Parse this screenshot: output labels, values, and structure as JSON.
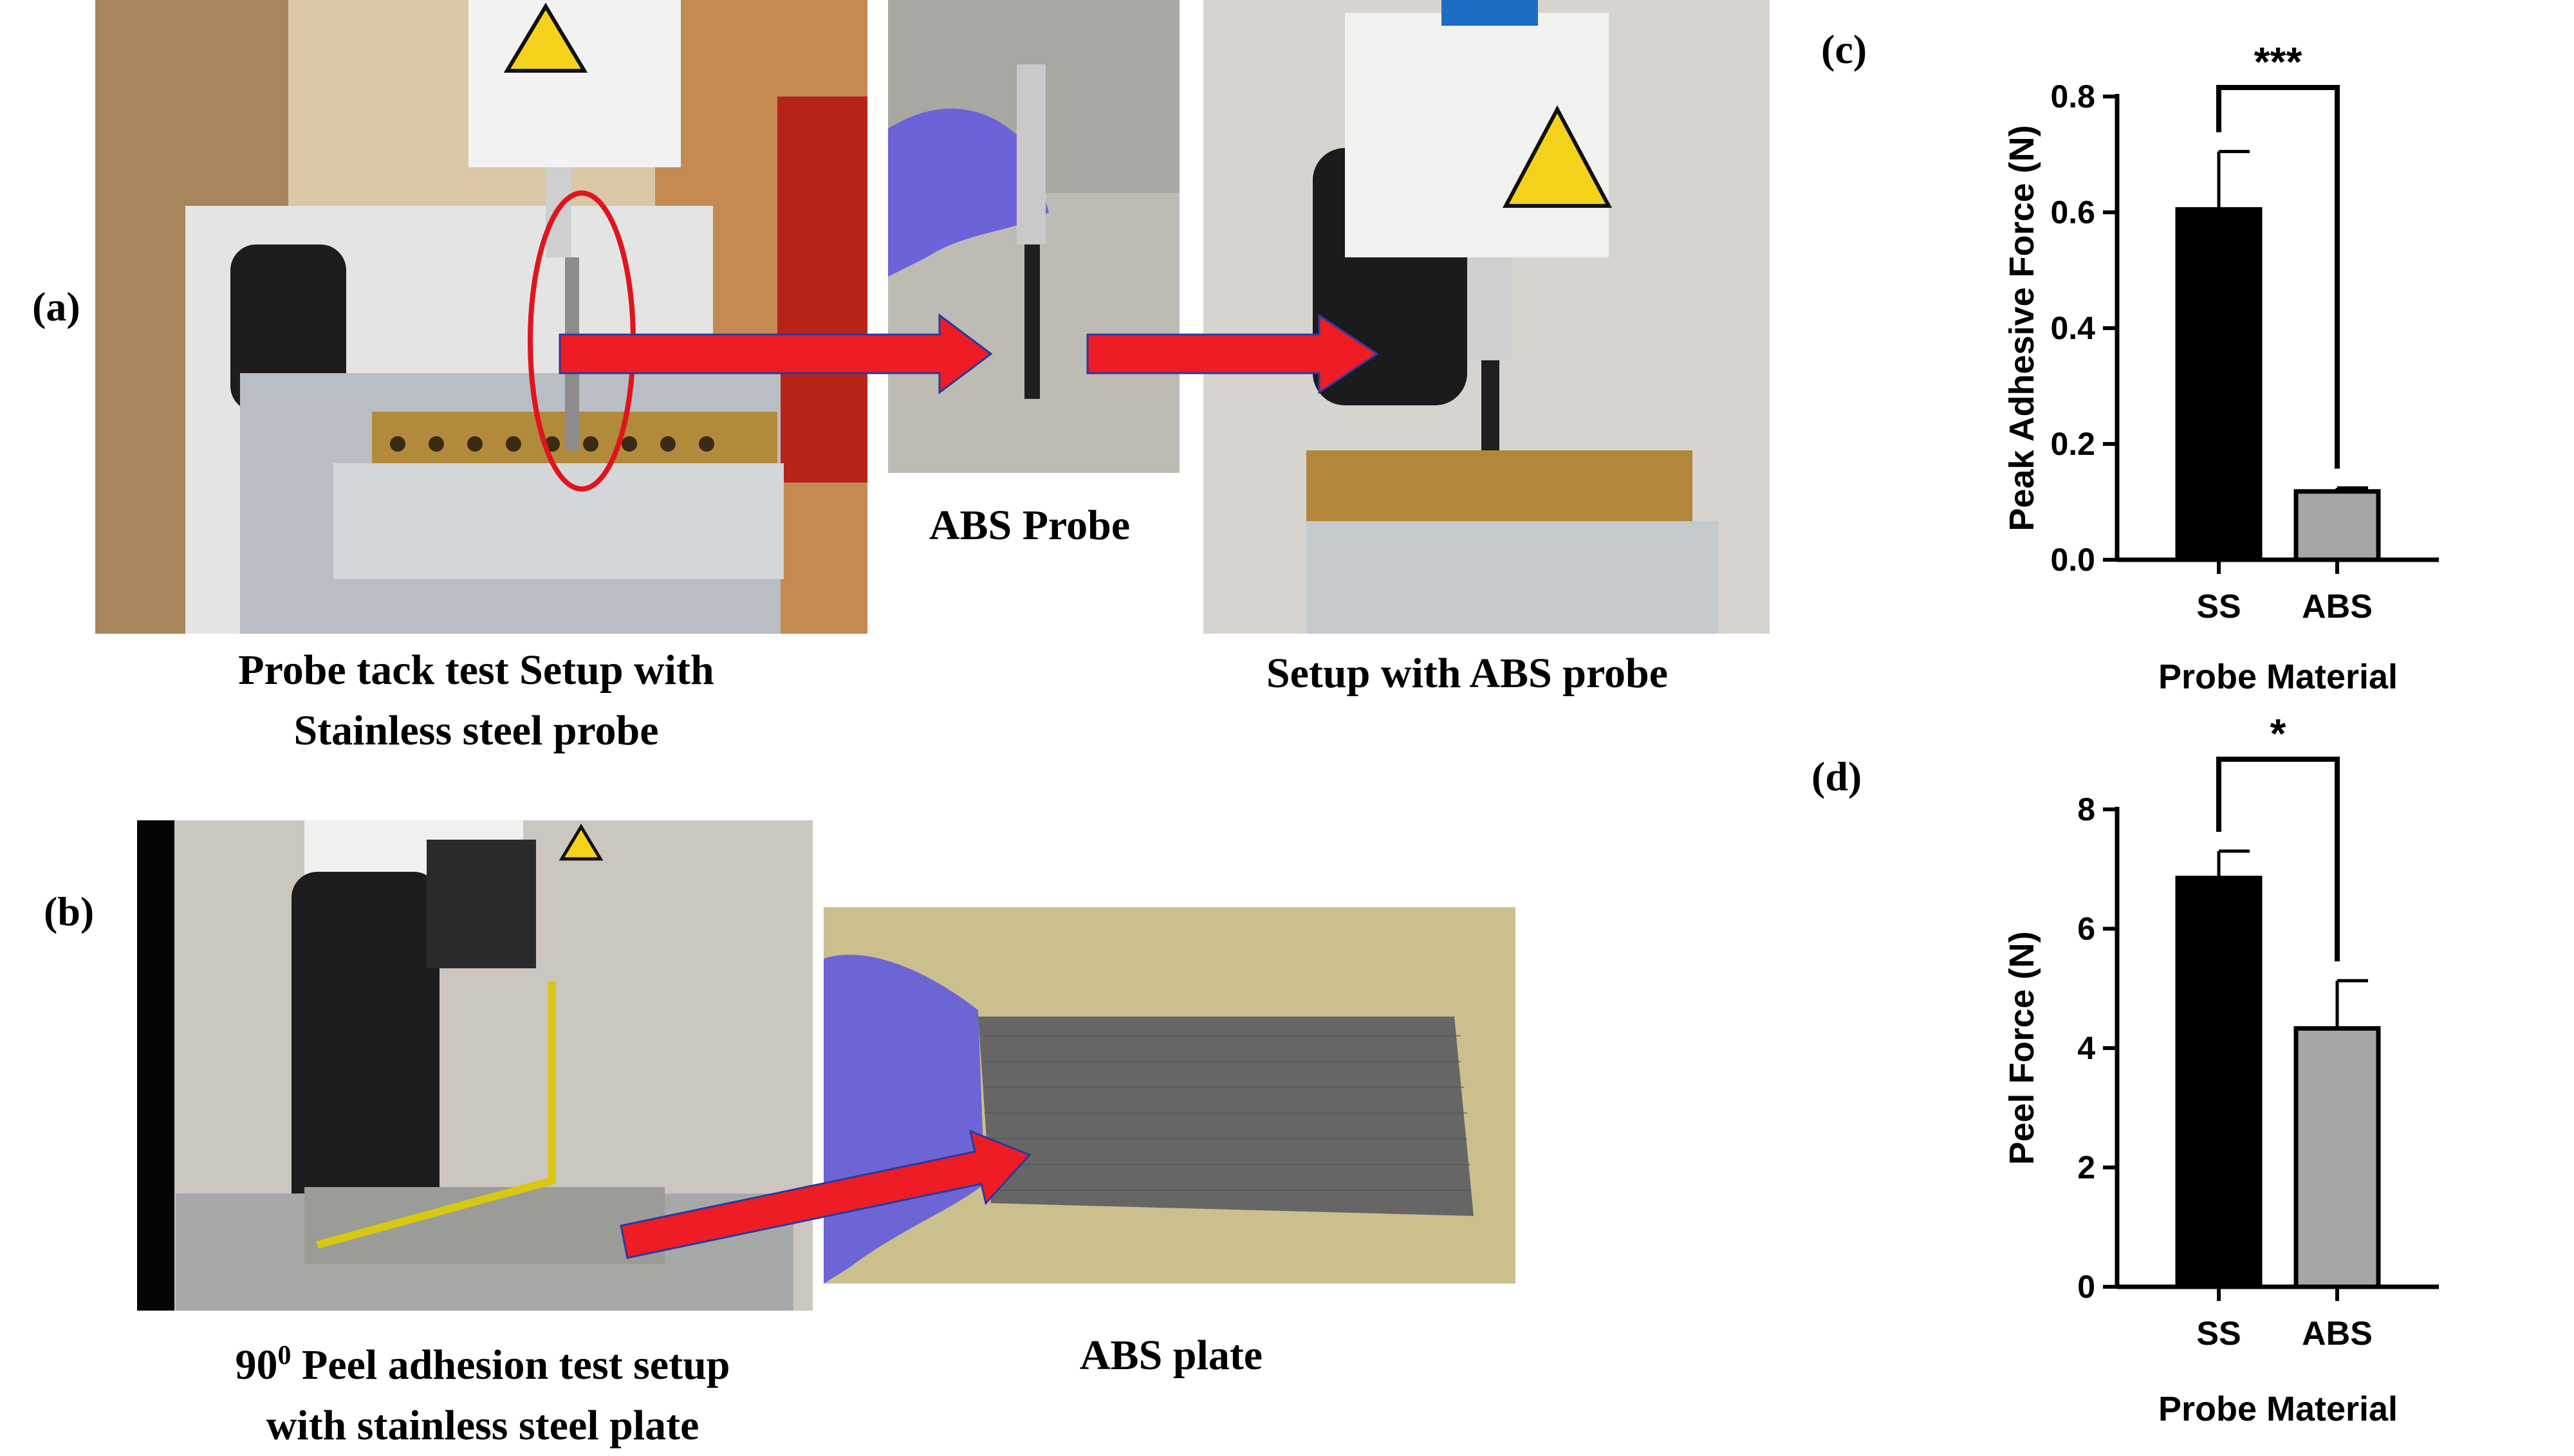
{
  "panels": {
    "a": {
      "label": "(a)",
      "caption_ss": [
        "Probe tack test Setup with",
        "Stainless steel probe"
      ],
      "caption_abs_probe": "ABS Probe",
      "caption_abs_setup": "Setup with ABS probe"
    },
    "b": {
      "label": "(b)",
      "caption_peel_line1_main": "90",
      "caption_peel_line1_sup": "0",
      "caption_peel_line1_rest": " Peel adhesion test setup",
      "caption_peel_line2": "with stainless steel plate",
      "caption_plate": "ABS plate"
    },
    "c": {
      "label": "(c)"
    },
    "d": {
      "label": "(d)"
    }
  },
  "colors": {
    "arrow_red": "#ee1c24",
    "bar_ss": "#000000",
    "bar_abs": "#a6a6a6",
    "ellipse_red": "#e0141c"
  },
  "chart_data": [
    {
      "type": "bar",
      "panel": "c",
      "categories": [
        "SS",
        "ABS"
      ],
      "values": [
        0.605,
        0.118
      ],
      "errors": [
        0.1,
        0.006
      ],
      "xlabel": "Probe Material",
      "ylabel": "Peak  Adhesive Force (N)",
      "ylim": [
        0,
        0.8
      ],
      "yticks": [
        "0.0",
        "0.2",
        "0.4",
        "0.6",
        "0.8"
      ],
      "significance": "***"
    },
    {
      "type": "bar",
      "panel": "d",
      "categories": [
        "SS",
        "ABS"
      ],
      "values": [
        6.85,
        4.33
      ],
      "errors": [
        0.45,
        0.8
      ],
      "xlabel": "Probe Material",
      "ylabel": "Peel Force (N)",
      "ylim": [
        0,
        8
      ],
      "yticks": [
        "0",
        "2",
        "4",
        "6",
        "8"
      ],
      "significance": "*"
    }
  ]
}
